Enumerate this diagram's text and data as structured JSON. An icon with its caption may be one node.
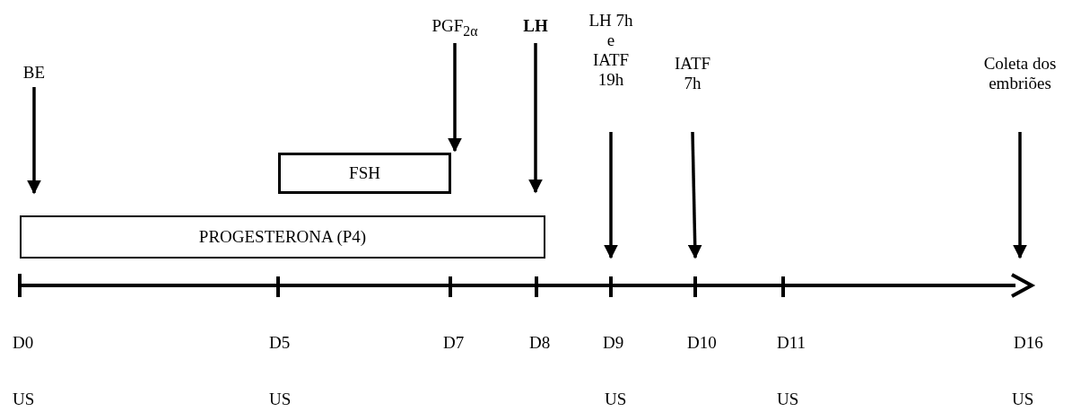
{
  "diagram": {
    "nodes": [
      {
        "text": [
          "BE"
        ]
      },
      {
        "text": [
          "PGF$_{2α}$"
        ]
      },
      {
        "text": [
          "LH"
        ]
      },
      {
        "text": [
          "LH 7h e IATF 19h"
        ]
      },
      {
        "text": [
          "IATF 7h"
        ]
      },
      {
        "text": [
          "Coleta dos embriões"
        ]
      },
      {
        "text": [
          "FSH"
        ]
      },
      {
        "text": [
          "PROGESTERONA (P4)"
        ]
      }
    ],
    "edges": [
      {
        "from": 0,
        "to": 7,
        "arrow": "to"
      },
      {
        "from": 1,
        "to": 6,
        "arrow": "to"
      },
      {
        "from": 2,
        "to": 7,
        "arrow": "to"
      },
      {
        "from": 3,
        "to": null,
        "arrow": "to"
      },
      {
        "from": 4,
        "to": null,
        "arrow": "to"
      },
      {
        "from": 5,
        "to": null,
        "arrow": "to"
      }
    ],
    "labels": [
      "D0",
      "D5",
      "D7",
      "D8",
      "D9",
      "D10",
      "D11",
      "D16",
      "US",
      "US",
      "US",
      "US",
      "US"
    ]
  }
}
